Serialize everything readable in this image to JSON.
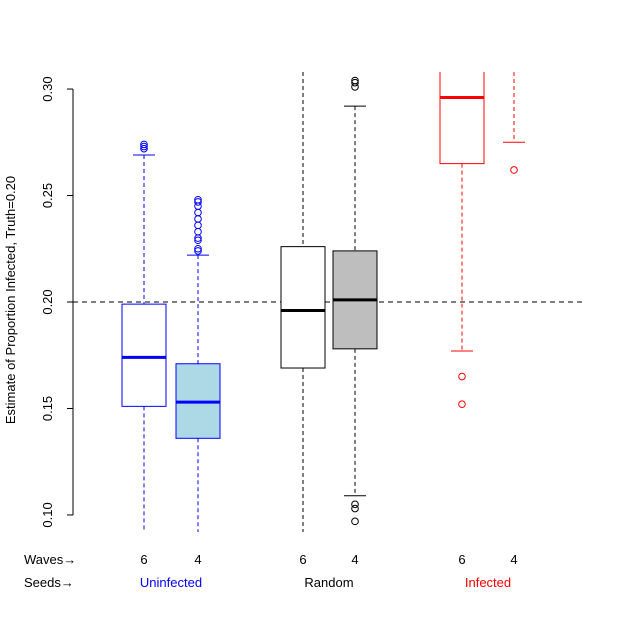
{
  "chart_data": {
    "type": "boxplot",
    "ylabel": "Estimate of Proportion Infected, Truth=0.20",
    "ylim": [
      0.092,
      0.308
    ],
    "yticks": [
      "0.10",
      "0.15",
      "0.20",
      "0.25",
      "0.30"
    ],
    "reference_line": 0.2,
    "row_labels": {
      "waves": "Waves→",
      "seeds": "Seeds→"
    },
    "groups": [
      {
        "label": "Uninfected",
        "color": "#0000ff"
      },
      {
        "label": "Random",
        "color": "#000000"
      },
      {
        "label": "Infected",
        "color": "#ff0000"
      }
    ],
    "boxes": [
      {
        "group": 0,
        "waves": "6",
        "fill": "#ffffff",
        "q1": 0.151,
        "median": 0.174,
        "q3": 0.199,
        "whisker_low": 0.092,
        "whisker_high": 0.269,
        "outliers": [
          0.272,
          0.273,
          0.274
        ]
      },
      {
        "group": 0,
        "waves": "4",
        "fill": "#add8e6",
        "q1": 0.136,
        "median": 0.153,
        "q3": 0.171,
        "whisker_low": 0.092,
        "whisker_high": 0.222,
        "outliers": [
          0.224,
          0.225,
          0.229,
          0.23,
          0.233,
          0.236,
          0.239,
          0.242,
          0.245,
          0.247,
          0.248
        ]
      },
      {
        "group": 1,
        "waves": "6",
        "fill": "#ffffff",
        "q1": 0.169,
        "median": 0.196,
        "q3": 0.226,
        "whisker_low": 0.092,
        "whisker_high": 0.308,
        "outliers": []
      },
      {
        "group": 1,
        "waves": "4",
        "fill": "#bebebe",
        "q1": 0.178,
        "median": 0.201,
        "q3": 0.224,
        "whisker_low": 0.109,
        "whisker_high": 0.292,
        "outliers": [
          0.097,
          0.103,
          0.105,
          0.301,
          0.303,
          0.304
        ]
      },
      {
        "group": 2,
        "waves": "6",
        "fill": "#ffffff",
        "q1": 0.265,
        "median": 0.296,
        "q3": 0.308,
        "whisker_low": 0.177,
        "whisker_high": 0.308,
        "outliers": [
          0.165,
          0.152
        ]
      },
      {
        "group": 2,
        "waves": "4",
        "fill": "#ffffff",
        "q1": null,
        "median": null,
        "q3": null,
        "whisker_low": 0.275,
        "whisker_high": 0.308,
        "outliers": [
          0.262
        ]
      }
    ]
  }
}
